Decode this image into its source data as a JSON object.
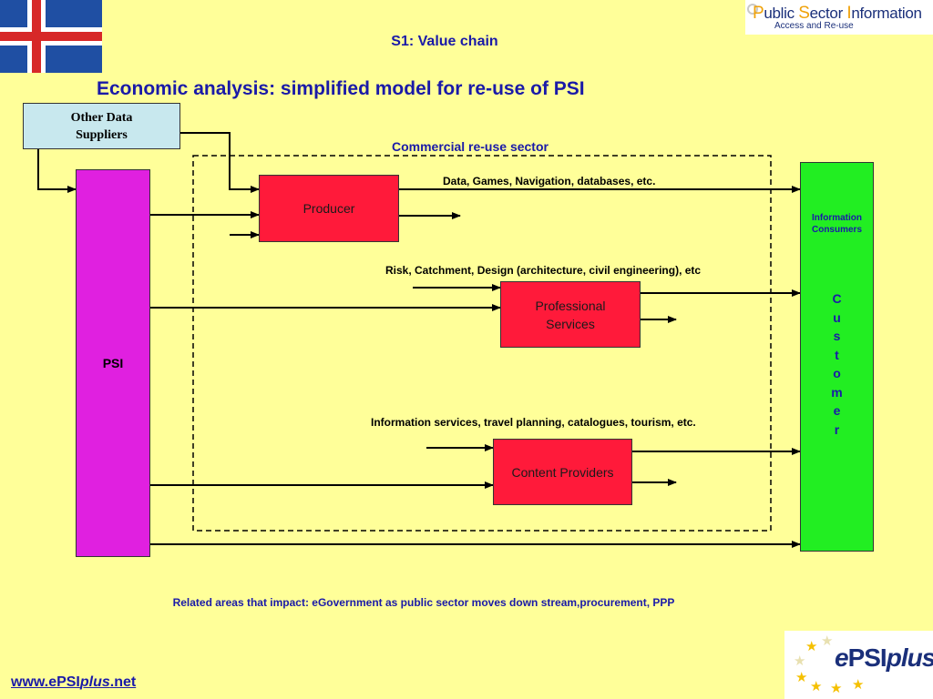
{
  "header": {
    "subtitle": "S1: Value chain",
    "title": "Economic analysis: simplified  model for re-use of PSI"
  },
  "logos": {
    "psi": {
      "p": "P",
      "ublic": "ublic ",
      "s": "S",
      "ector": "ector ",
      "i": "I",
      "nformation": "nformation",
      "tagline": "Access and Re-use"
    },
    "epsiplus": {
      "e": "e",
      "psi": "PSI",
      "plus": "plus"
    }
  },
  "diagram": {
    "other_suppliers_line1": "Other Data",
    "other_suppliers_line2": "Suppliers",
    "psi": "PSI",
    "sector_label": "Commercial re-use sector",
    "producer": "Producer",
    "professional_line1": "Professional",
    "professional_line2": "Services",
    "content_providers": "Content Providers",
    "info_consumers_line1": "Information",
    "info_consumers_line2": "Consumers",
    "customer_letters": [
      "C",
      "u",
      "s",
      "t",
      "o",
      "m",
      "e",
      "r"
    ],
    "label_producer": "Data, Games, Navigation, databases, etc.",
    "label_professional": "Risk, Catchment, Design (architecture, civil engineering), etc",
    "label_content": "Information services, travel planning, catalogues, tourism, etc."
  },
  "footer": {
    "related": "Related areas that impact: eGovernment as public sector moves down stream,procurement, PPP",
    "link_prefix": "www.ePSI",
    "link_italic": "plus",
    "link_suffix": ".net"
  },
  "colors": {
    "background": "#ffff99",
    "psi_box": "#e020e0",
    "value_box": "#ff1a3a",
    "customer_box": "#22ee22",
    "suppliers_box": "#c8e8ee",
    "text_blue": "#1a1aa8"
  }
}
